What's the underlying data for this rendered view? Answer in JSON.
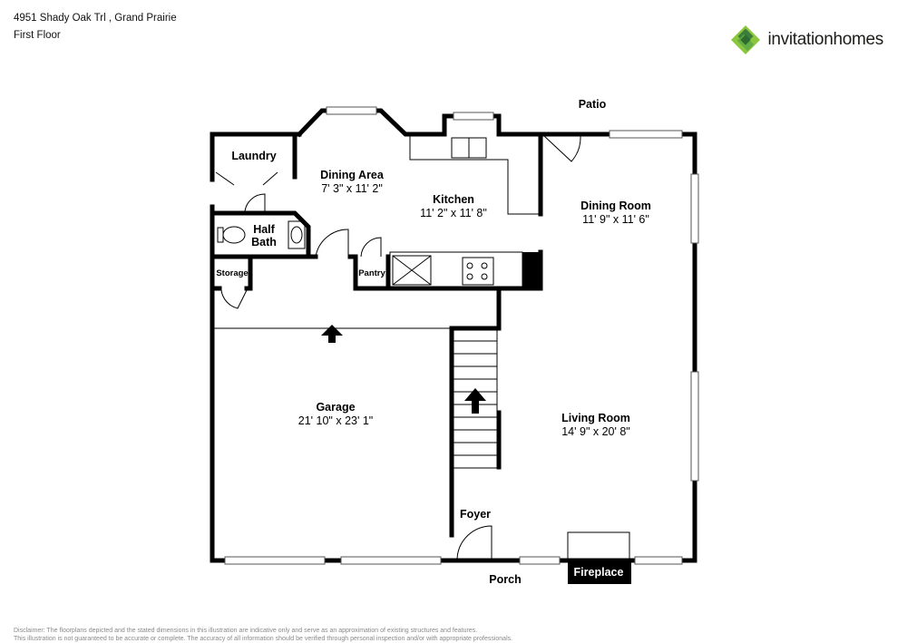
{
  "header": {
    "address": "4951 Shady Oak Trl , Grand Prairie",
    "floor": "First Floor"
  },
  "brand": {
    "name": "invitationhomes",
    "colors": {
      "dark_green": "#3b7d3a",
      "light_green": "#8cc63f",
      "mid_green": "#5aa846"
    }
  },
  "rooms": {
    "patio": {
      "name": "Patio"
    },
    "laundry": {
      "name": "Laundry"
    },
    "dining_area": {
      "name": "Dining Area",
      "dims": "7' 3\" x 11' 2\""
    },
    "kitchen": {
      "name": "Kitchen",
      "dims": "11' 2\" x 11' 8\""
    },
    "dining_room": {
      "name": "Dining Room",
      "dims": "11' 9\" x 11' 6\""
    },
    "half_bath": {
      "name_line1": "Half",
      "name_line2": "Bath"
    },
    "storage": {
      "name": "Storage"
    },
    "pantry": {
      "name": "Pantry"
    },
    "garage": {
      "name": "Garage",
      "dims": "21' 10\" x 23' 1\""
    },
    "living_room": {
      "name": "Living Room",
      "dims": "14' 9\" x 20' 8\""
    },
    "foyer": {
      "name": "Foyer"
    },
    "porch": {
      "name": "Porch"
    },
    "fireplace": {
      "name": "Fireplace"
    }
  },
  "disclaimer": {
    "line1": "Disclaimer: The floorplans depicted and the stated dimensions in this illustration are indicative only and serve as an approximation of existing structures and features.",
    "line2": "This illustration is not guaranteed to be accurate or complete. The accuracy of all information should be verified through personal inspection and/or with appropriate professionals."
  }
}
